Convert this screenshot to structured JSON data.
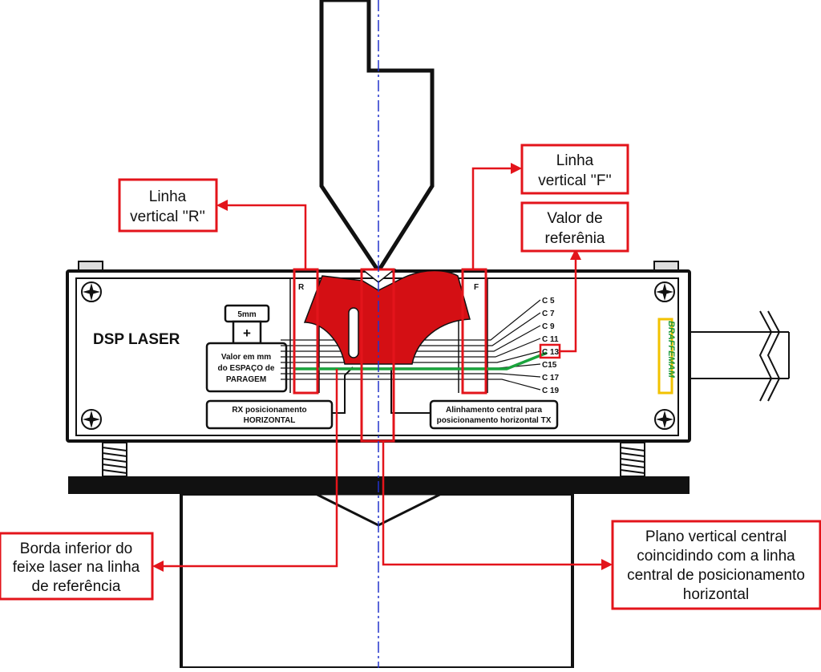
{
  "title": "DSP LASER",
  "brand": "BRAFFEMAM",
  "lines": {
    "r_label": "R",
    "f_label": "F"
  },
  "callouts": {
    "line_r": [
      "Linha",
      "vertical ''R''"
    ],
    "line_f": [
      "Linha",
      "vertical ''F''"
    ],
    "ref_value": [
      "Valor de",
      "referênia"
    ],
    "bottom_edge": [
      "Borda inferior do",
      "feixe laser na linha",
      "de referência"
    ],
    "central_plane": [
      "Plano vertical central",
      "coincidindo com a linha",
      "central de posicionamento",
      "horizontal"
    ]
  },
  "device": {
    "step_value": "5mm",
    "plus_symbol": "+",
    "stop_gap": [
      "Valor em mm",
      "do ESPAÇO de",
      "PARAGEM"
    ],
    "rx_label": [
      "RX posicionamento",
      "HORIZONTAL"
    ],
    "tx_label": [
      "Alinhamento central para",
      "posicionamento horizontal TX"
    ]
  },
  "scale": {
    "ticks": [
      "C 5",
      "C 7",
      "C 9",
      "C 11",
      "C 13",
      "C15",
      "C 17",
      "C 19"
    ],
    "highlighted": "C 13"
  },
  "colors": {
    "accent_red": "#e3141b",
    "die_red": "#d40f14",
    "laser_green": "#1aa33c",
    "center_line_blue": "#2233cc",
    "brand_yellow": "#f2c200",
    "outline": "#111111"
  }
}
